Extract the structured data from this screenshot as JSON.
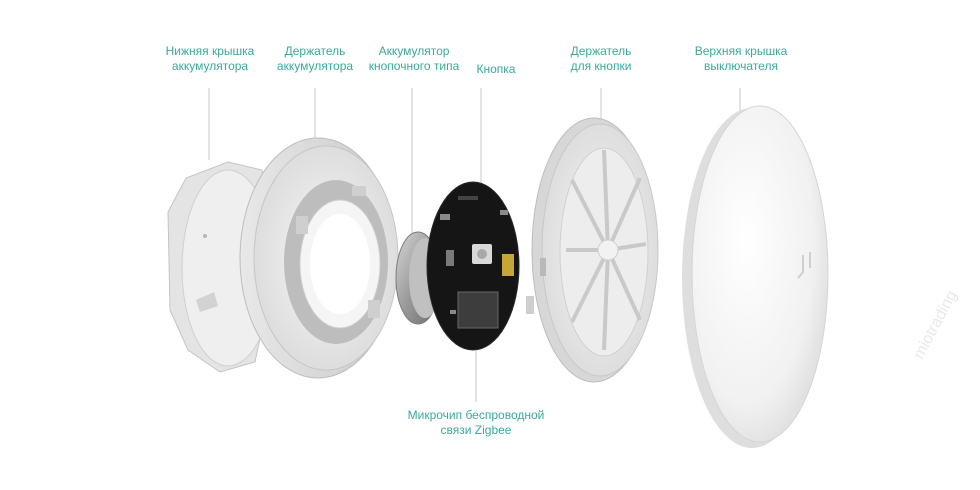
{
  "labels": {
    "bottom_cover": {
      "line1": "Нижняя крышка",
      "line2": "аккумулятора"
    },
    "battery_holder": {
      "line1": "Держатель",
      "line2": "аккумулятора"
    },
    "coin_battery": {
      "line1": "Аккумулятор",
      "line2": "кнопочного типа"
    },
    "button": {
      "line1": "Кнопка"
    },
    "button_holder": {
      "line1": "Держатель",
      "line2": "для кнопки"
    },
    "top_cover": {
      "line1": "Верхняя крышка",
      "line2": "выключателя"
    },
    "microchip": {
      "line1": "Микрочип беспроводной",
      "line2": "связи Zigbee"
    }
  },
  "colors": {
    "label_text": "#3aa99c",
    "leader_line": "#c8c8c8",
    "plastic_light": "#f2f2f2",
    "plastic_mid": "#dcdcdc",
    "plastic_shadow": "#b9b9b9",
    "pcb": "#141414",
    "battery_metal": "#a9a9a9"
  },
  "watermark": "miotrading"
}
